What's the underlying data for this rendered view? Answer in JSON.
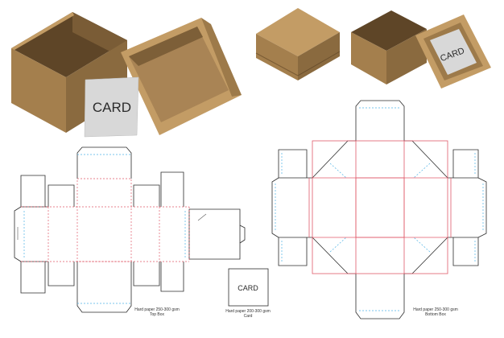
{
  "palette": {
    "kraft_dark": "#6f5532",
    "kraft_mid": "#a47f4d",
    "kraft_light": "#c39c65",
    "cut_line": "#2b2b2b",
    "fold_line": "#e05a6a",
    "bleed_line": "#4fb3e6",
    "card_fill": "#d8d8d8"
  },
  "card_3d_label": "CARD",
  "card_3d_label_small": "CARD",
  "card_flat_label": "CARD",
  "captions": {
    "top_box": {
      "line1": "Hard paper 250-300 gsm",
      "line2": "Top Box"
    },
    "card": {
      "line1": "Hard paper 200-300 gsm",
      "line2": "Card"
    },
    "bottom_box": {
      "line1": "Hard paper 250-300 gsm",
      "line2": "Bottom Box"
    }
  }
}
